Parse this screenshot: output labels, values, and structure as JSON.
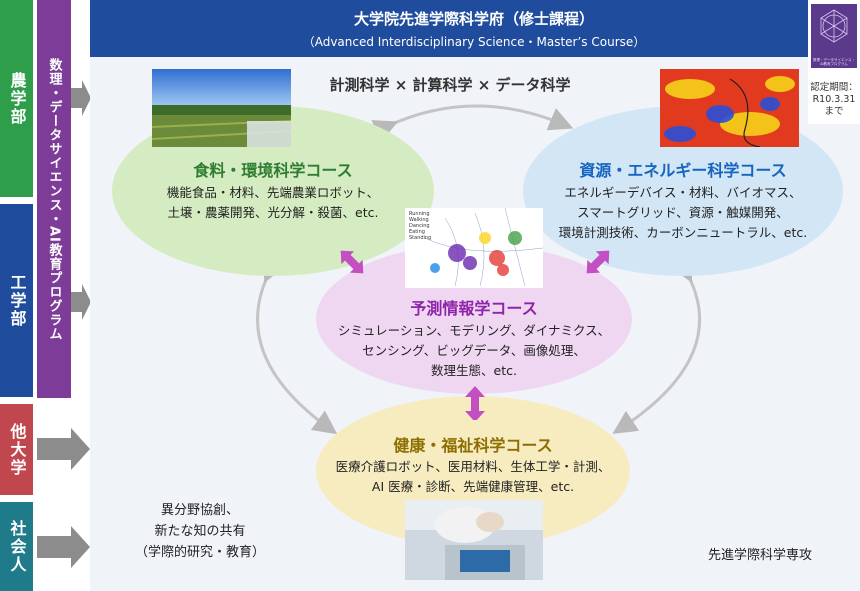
{
  "left_labels": {
    "agri": "農学部",
    "program": "数理・データサイエンス・AI教育プログラム",
    "eng": "工学部",
    "other_univ": "他大学",
    "society": "社会人"
  },
  "header": {
    "title": "大学院先進学際科学府（修士課程）",
    "subtitle": "（Advanced Interdisciplinary Science・Master’s Course）"
  },
  "certification": {
    "badge_text": "数理・データサイエンス・AI教育プログラム",
    "period": "認定期間：\nR10.3.31\nまで"
  },
  "theme": "計測科学 × 計算科学 × データ科学",
  "courses": {
    "food": {
      "title": "食料・環境科学コース",
      "desc": "機能食品・材料、先端農業ロボット、\n土壌・農薬開発、光分解・殺菌、etc.",
      "color": "#2e7d32"
    },
    "energy": {
      "title": "資源・エネルギー科学コース",
      "desc": "エネルギーデバイス・材料、バイオマス、\nスマートグリッド、資源・触媒開発、\n環境計測技術、カーボンニュートラル、etc.",
      "color": "#1565c0"
    },
    "prediction": {
      "title": "予測情報学コース",
      "desc": "シミュレーション、モデリング、ダイナミクス、\nセンシング、ビッグデータ、画像処理、\n数理生態、etc.",
      "color": "#8e24aa"
    },
    "health": {
      "title": "健康・福祉科学コース",
      "desc": "医療介護ロボット、医用材料、生体工学・計測、\nAI 医療・診断、先端健康管理、etc.",
      "color": "#8d6e00"
    }
  },
  "plot_legend": [
    "Running",
    "Walking",
    "Dancing",
    "Eating",
    "Standing"
  ],
  "cocreation": "異分野協創、\n新たな知の共有\n（学際的研究・教育）",
  "department": "先進学際科学専攻"
}
